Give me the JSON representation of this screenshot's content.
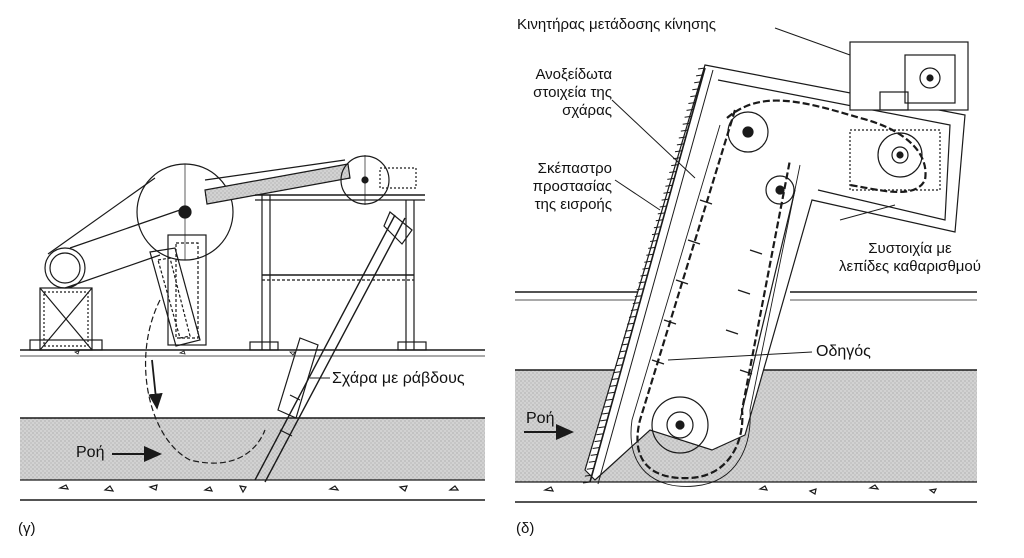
{
  "panel_left": {
    "tag": "(γ)",
    "label_grate": "Σχάρα με ράβδους",
    "label_flow": "Ροή"
  },
  "panel_right": {
    "tag": "(δ)",
    "label_motor": "Κινητήρας μετάδοσης κίνησης",
    "label_stainless_1": "Ανοξείδωτα",
    "label_stainless_2": "στοιχεία της",
    "label_stainless_3": "σχάρας",
    "label_cover_1": "Σκέπαστρο",
    "label_cover_2": "προστασίας",
    "label_cover_3": "της εισροής",
    "label_array_1": "Συστοιχία με",
    "label_array_2": "λεπίδες καθαρισθμού",
    "label_guide": "Οδηγός",
    "label_flow": "Ροή"
  },
  "colors": {
    "line": "#1a1a1a",
    "water": "#cfcfcf",
    "paper": "#ffffff"
  }
}
